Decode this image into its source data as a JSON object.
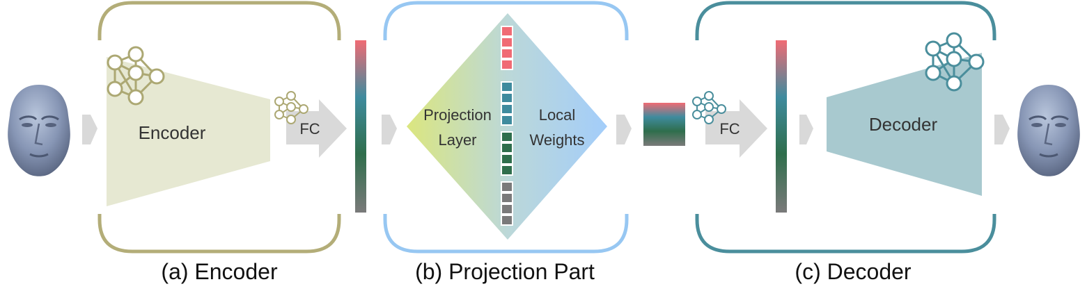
{
  "panels": {
    "encoder": {
      "caption": "(a) Encoder",
      "block_label": "Encoder",
      "fc_label": "FC",
      "color": "#b3ad78",
      "fill": "#e6e8d2"
    },
    "projection": {
      "caption": "(b) Projection Part",
      "left_label_line1": "Projection",
      "left_label_line2": "Layer",
      "right_label_line1": "Local",
      "right_label_line2": "Weights",
      "color": "#97c7f2",
      "gradient_left": "#dbe67f",
      "gradient_right": "#a3cdfa"
    },
    "decoder": {
      "caption": "(c) Decoder",
      "block_label": "Decoder",
      "fc_label": "FC",
      "color": "#4a8e9c",
      "fill": "#a8c9cf"
    }
  },
  "icons": {
    "input_face": "face-mesh-icon",
    "output_face": "face-mesh-icon",
    "network": "neural-network-icon",
    "flow_arrow": "arrow-right-icon"
  },
  "feature_colors": {
    "red": "#f06b74",
    "teal": "#3f8b9e",
    "green": "#2f6e4c",
    "gray": "#7a7a7a"
  }
}
